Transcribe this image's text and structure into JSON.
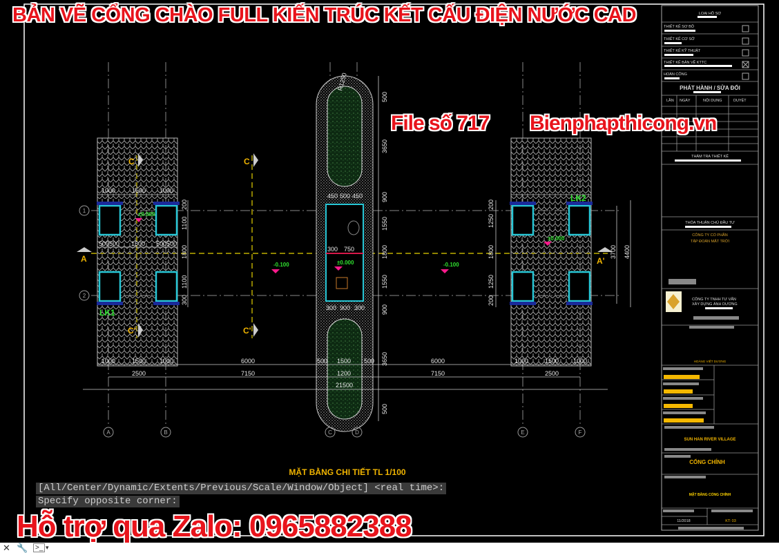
{
  "overlay": {
    "headline": "BẢN VẼ CỔNG CHÀO FULL KIẾN TRÚC KẾT CẤU ĐIỆN NƯỚC CAD",
    "file_number": "File số 717",
    "website": "Bienphapthicong.vn",
    "support": "Hỗ trợ qua Zalo: 0965882388"
  },
  "command_line": {
    "line1": "[All/Center/Dynamic/Extents/Previous/Scale/Window/Object] <real time>:",
    "line2": "Specify opposite corner:"
  },
  "drawing": {
    "title": "MẶT BẰNG CHI TIẾT TL 1/100",
    "section_labels": {
      "c": "C",
      "c_prime": "C'",
      "a": "A",
      "a_prime": "A'"
    },
    "grid_x": [
      "A",
      "B",
      "C",
      "D",
      "E",
      "F"
    ],
    "grid_y": [
      "1",
      "2"
    ],
    "tags": {
      "lk1": "LK1",
      "lk2": "LK2",
      "radius": "R1250"
    },
    "levels": {
      "zero": "±0.000",
      "minus": "-0.100"
    },
    "dims": {
      "d1000": "1000",
      "d1500": "1500",
      "d500": "500",
      "d2500": "2500",
      "d6000": "6000",
      "d7150": "7150",
      "d450": "450",
      "d300": "300",
      "d900": "900",
      "d1200": "1200",
      "d21500": "21500",
      "d1100": "1100",
      "d1800": "1800",
      "d200": "200",
      "d3650": "3650",
      "d1550": "1550",
      "d1250": "1250",
      "d3700": "3700",
      "d4400": "4400",
      "d750": "750"
    }
  },
  "title_block": {
    "doc_type": "LOẠI HỒ SƠ",
    "stages": [
      {
        "label": "THIẾT KẾ SƠ BỘ",
        "checked": false
      },
      {
        "label": "THIẾT KẾ CƠ SỞ",
        "checked": false
      },
      {
        "label": "THIẾT KẾ KỸ THUẬT",
        "checked": false
      },
      {
        "label": "THIẾT KẾ BẢN VẼ KTTC",
        "checked": true
      },
      {
        "label": "HOÀN CÔNG",
        "checked": false
      }
    ],
    "revision_title": "PHÁT HÀNH / SỬA ĐỔI",
    "revision_cols": [
      "LẦN",
      "NGÀY",
      "NỘI DUNG",
      "DUYỆT"
    ],
    "review_title": "THẨM TRA THIẾT KẾ",
    "owner_title": "THỎA THUẬN CHỦ ĐẦU TƯ",
    "owner_line1": "CÔNG TY CỔ PHẦN",
    "owner_line2": "TẬP ĐOÀN MẶT TRỜI",
    "consultant_line1": "CÔNG TY TNHH TƯ VẤN",
    "consultant_line2": "XÂY DỰNG ÁNH DƯƠNG",
    "director": "HOÀNG VIẾT DƯƠNG",
    "project": "SUN HAN RIVER VILLAGE",
    "item": "CỔNG CHÍNH",
    "sheet_title": "MẶT BẰNG CỔNG CHÍNH",
    "date": "11/2018",
    "sheet_no": "KT: 03",
    "accent": "#f5b800"
  }
}
